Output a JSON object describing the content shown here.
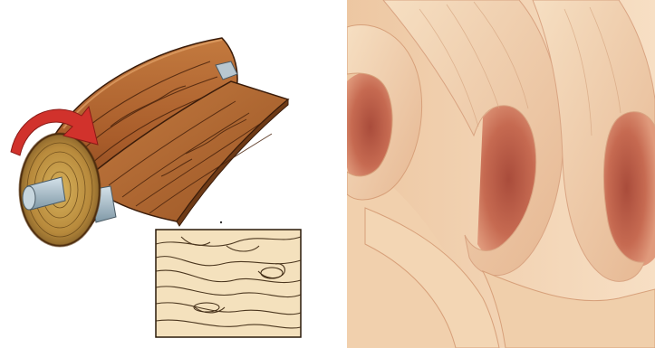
{
  "figure": {
    "panels": [
      {
        "id": "rotary-peeling",
        "depicts": [
          "wood-log",
          "peeled-veneer-sheet",
          "rotation-arrow",
          "wood-grain-detail"
        ]
      },
      {
        "id": "veneer-rolls",
        "depicts": [
          "curled-veneer-sheets"
        ]
      }
    ]
  },
  "colors": {
    "background": "#ffffff",
    "log_bark": "#8a4a22",
    "log_wood": "#b56a35",
    "log_end_grain": "#c9a24a",
    "arrow": "#d1322c",
    "axle": "#9fb4c0",
    "veneer_light": "#f3d3b0",
    "veneer_shadow": "#c86a52",
    "veneer_inner": "#b85a45",
    "grain_detail_bg": "#f4e1bd"
  }
}
